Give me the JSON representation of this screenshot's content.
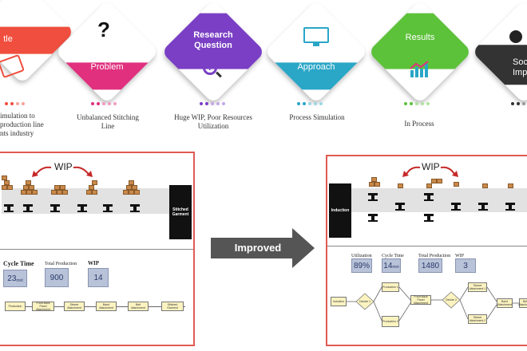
{
  "steps": [
    {
      "title": "tle",
      "caption_lines": [
        "imulation to",
        "production  line",
        "nts industry"
      ],
      "color": "#f04e3e"
    },
    {
      "title": "Problem",
      "caption_lines": [
        "Unbalanced Stitching",
        "Line"
      ],
      "color": "#e0307e"
    },
    {
      "title_lines": [
        "Research",
        "Question"
      ],
      "caption_lines": [
        "Huge WIP, Poor Resources",
        "Utilization"
      ],
      "color": "#7a3fc4"
    },
    {
      "title": "Approach",
      "caption_lines": [
        "Process Simulation"
      ],
      "color": "#2aa6c7"
    },
    {
      "title": "Results",
      "caption_lines": [
        "In Process"
      ],
      "color": "#5cc23a"
    },
    {
      "title_lines": [
        "Socio/",
        "Impa"
      ],
      "caption_lines": [],
      "color": "#333333"
    }
  ],
  "arrow": {
    "label": "Improved",
    "color": "#555555"
  },
  "before": {
    "wip_label": "WIP",
    "end_label": "Stitched Garment",
    "stats": [
      {
        "label": "Cycle Time",
        "value": "23",
        "unit": "mnt"
      },
      {
        "label": "Total Production",
        "value": "900"
      },
      {
        "label": "WIP",
        "value": "14"
      }
    ],
    "flow": [
      "Production",
      "Front Back Panel Attachment",
      "Sleeve Attachment",
      "Band Attachment",
      "Belt Attachment",
      "Stitched Garment"
    ]
  },
  "after": {
    "wip_label": "WIP",
    "start_label": "Induction",
    "stats": [
      {
        "label": "Utilization",
        "value": "89%"
      },
      {
        "label": "Cycle Time",
        "value": "14",
        "unit": "mnt"
      },
      {
        "label": "Total Production",
        "value": "1480"
      },
      {
        "label": "WIP",
        "value": "3"
      }
    ],
    "flow": [
      "Induction",
      "Decide 1",
      "Production 1",
      "Production 2",
      "Front Back Panel Attachment",
      "Decide 2",
      "Sleeve Attachment 1",
      "Sleeve Attachment 2",
      "Band Attachment",
      "Belt Attachment"
    ]
  }
}
